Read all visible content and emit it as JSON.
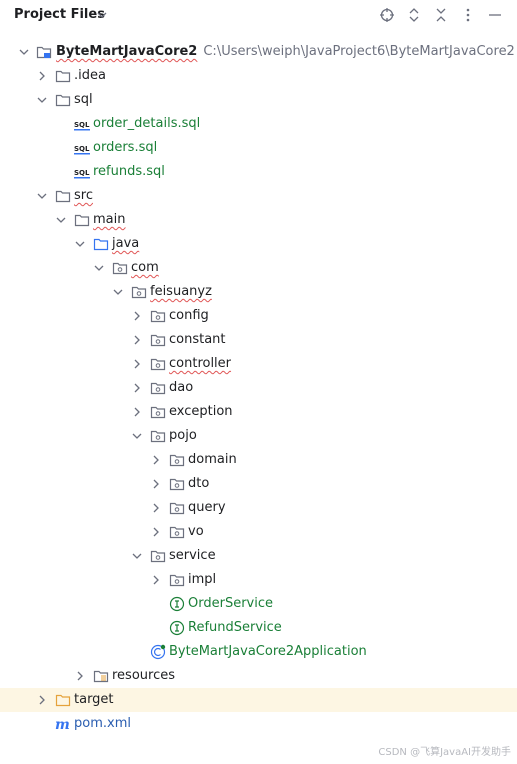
{
  "header": {
    "title": "Project Files"
  },
  "toolbar": {
    "icons": [
      "crosshair-icon",
      "expand-collapse-icon",
      "collapse-all-icon",
      "more-options-icon",
      "minimize-icon"
    ]
  },
  "tree": {
    "root": {
      "label": "ByteMartJavaCore2",
      "path": "C:\\Users\\weiph\\JavaProject6\\ByteMartJavaCore2"
    },
    "idea": ".idea",
    "sql": "sql",
    "sql_files": [
      "order_details.sql",
      "orders.sql",
      "refunds.sql"
    ],
    "src": "src",
    "main": "main",
    "java": "java",
    "com": "com",
    "feisuanyz": "feisuanyz",
    "config": "config",
    "constant": "constant",
    "controller": "controller",
    "dao": "dao",
    "exception": "exception",
    "pojo": "pojo",
    "domain": "domain",
    "dto": "dto",
    "query": "query",
    "vo": "vo",
    "service": "service",
    "impl": "impl",
    "order_service": "OrderService",
    "refund_service": "RefundService",
    "application": "ByteMartJavaCore2Application",
    "resources": "resources",
    "target": "target",
    "pom": "pom.xml"
  },
  "watermark": "CSDN @飞算JavaAI开发助手",
  "colors": {
    "folder_outline": "#6c707e",
    "java_folder": "#3574f0",
    "green_text": "#1a7f37",
    "target_folder": "#e5a23b",
    "selection_bg": "#e3e5ea",
    "target_row_bg": "#fdf6e3"
  }
}
